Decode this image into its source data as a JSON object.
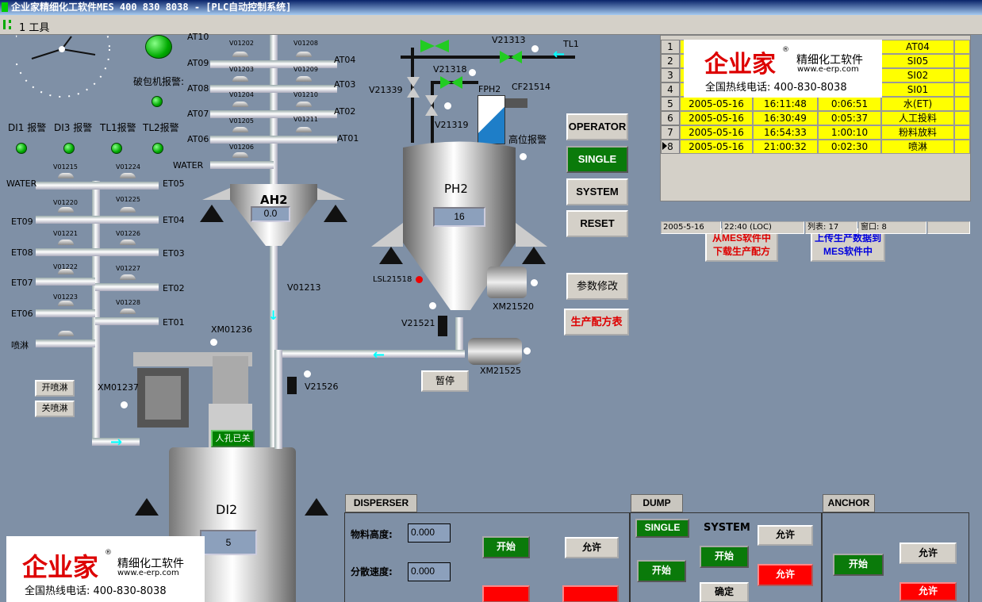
{
  "window": {
    "title": "企业家精细化工软件MES  400 830 8038 - [PLC自动控制系统]",
    "menu": "1 工具"
  },
  "alarms": {
    "crusher": "破包机报警:",
    "di1": "DI1 报警",
    "di3": "DI3 报警",
    "tl1": "TL1报警",
    "tl2": "TL2报警"
  },
  "left_valves": {
    "v1": "V01215",
    "v2": "V01220",
    "v3": "V01221",
    "v4": "V01222",
    "v5": "V01223",
    "r1": "V01224",
    "r2": "V01225",
    "r3": "V01226",
    "r4": "V01227",
    "r5": "V01228"
  },
  "left_labels": {
    "water": "WATER",
    "et09": "ET09",
    "et08": "ET08",
    "et07": "ET07",
    "et06": "ET06",
    "spray": "喷淋",
    "et05": "ET05",
    "et04": "ET04",
    "et03": "ET03",
    "et02": "ET02",
    "et01": "ET01"
  },
  "spray_buttons": {
    "open": "开喷淋",
    "close": "关喷淋"
  },
  "ah_valves": {
    "a": "V01202",
    "b": "V01203",
    "c": "V01204",
    "d": "V01205",
    "e": "V01206",
    "f": "V01208",
    "g": "V01209",
    "h": "V01210",
    "i": "V01211"
  },
  "ah_labels": {
    "at10": "AT10",
    "at09": "AT09",
    "at08": "AT08",
    "at07": "AT07",
    "at06": "AT06",
    "water": "WATER",
    "at04": "AT04",
    "at03": "AT03",
    "at02": "AT02",
    "at01": "AT01"
  },
  "ah2": {
    "name": "AH2",
    "value": "0.0",
    "valve": "V01213"
  },
  "ph2": {
    "name": "PH2",
    "value": "16",
    "fph2": "FPH2",
    "cf": "CF21514",
    "high": "高位报警",
    "lsl": "LSL21518",
    "xm1": "XM21520",
    "v21521": "V21521",
    "xm2": "XM21525",
    "v21526": "V21526",
    "pause": "暂停"
  },
  "top_valves": {
    "v21313": "V21313",
    "tl1": "TL1",
    "v21318": "V21318",
    "v21339": "V21339",
    "v21319": "V21319"
  },
  "di2": {
    "name": "DI2",
    "value": "5",
    "xm01236": "XM01236",
    "xm01237": "XM01237",
    "manhole": "人孔已关"
  },
  "mode_buttons": {
    "operator": "OPERATOR",
    "single": "SINGLE",
    "system": "SYSTEM",
    "reset": "RESET",
    "params": "参数修改",
    "recipe": "生产配方表"
  },
  "mes_buttons": {
    "download": "从MES软件中下载生产配方",
    "upload": "上传生产数据到MES软件中"
  },
  "table": {
    "rows": [
      {
        "n": "1",
        "d": "",
        "t": "",
        "dur": "",
        "m": "AT04"
      },
      {
        "n": "2",
        "d": "",
        "t": "",
        "dur": "",
        "m": "SI05"
      },
      {
        "n": "3",
        "d": "",
        "t": "",
        "dur": "",
        "m": "SI02"
      },
      {
        "n": "4",
        "d": "",
        "t": "",
        "dur": "",
        "m": "SI01"
      },
      {
        "n": "5",
        "d": "2005-05-16",
        "t": "16:11:48",
        "dur": "0:06:51",
        "m": "水(ET)"
      },
      {
        "n": "6",
        "d": "2005-05-16",
        "t": "16:30:49",
        "dur": "0:05:37",
        "m": "人工投料"
      },
      {
        "n": "7",
        "d": "2005-05-16",
        "t": "16:54:33",
        "dur": "1:00:10",
        "m": "粉料放料"
      },
      {
        "n": "8",
        "d": "2005-05-16",
        "t": "21:00:32",
        "dur": "0:02:30",
        "m": "喷淋"
      }
    ],
    "status": {
      "date": "2005-5-16",
      "time": "22:40 (LOC)",
      "cols": "列表: 17",
      "win": "窗口: 8"
    }
  },
  "disperser": {
    "title": "DISPERSER",
    "height_label": "物料高度:",
    "height": "0.000",
    "speed_label": "分散速度:",
    "speed": "0.000",
    "start": "开始",
    "allow": "允许"
  },
  "dump": {
    "title": "DUMP",
    "single": "SINGLE",
    "start": "开始",
    "system": "SYSTEM",
    "sys_start": "开始",
    "confirm": "确定",
    "allow1": "允许",
    "allow2": "允许"
  },
  "anchor": {
    "title": "ANCHOR",
    "start": "开始",
    "allow1": "允许",
    "allow2": "允许"
  },
  "logo": {
    "brand": "企业家",
    "product": "精细化工软件",
    "url": "www.e-erp.com",
    "hotline": "全国热线电话: 400-830-8038",
    "reg": "®"
  },
  "colors": {
    "bg": "#7f90a6",
    "green": "#0a7a0a",
    "yellow": "#ffff00",
    "red": "#ff0000"
  }
}
